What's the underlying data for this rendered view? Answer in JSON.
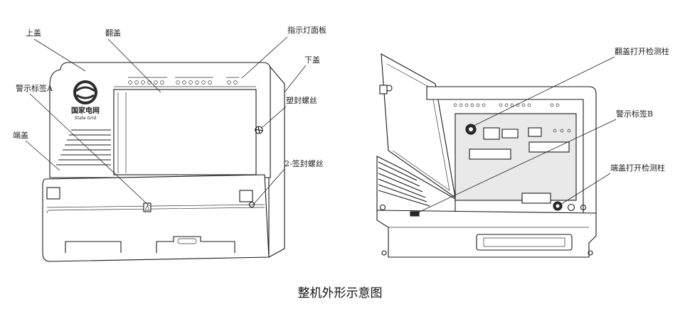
{
  "caption": "整机外形示意图",
  "left_view": {
    "labels": {
      "upper_cover": "上盖",
      "flip_cover": "翻盖",
      "indicator_panel": "指示灯面板",
      "lower_cover": "下盖",
      "warning_label_a": "警示标签A",
      "seal_screw": "塑封螺丝",
      "terminal_cover": "端盖",
      "two_seal_screws": "2-签封螺丝"
    },
    "logo_text": "国家电网",
    "logo_subtext": "State Grid"
  },
  "right_view": {
    "labels": {
      "flip_cover_detect": "翻盖打开检测柱",
      "warning_label_b": "警示标签B",
      "terminal_cover_detect": "端盖打开检测柱"
    }
  }
}
